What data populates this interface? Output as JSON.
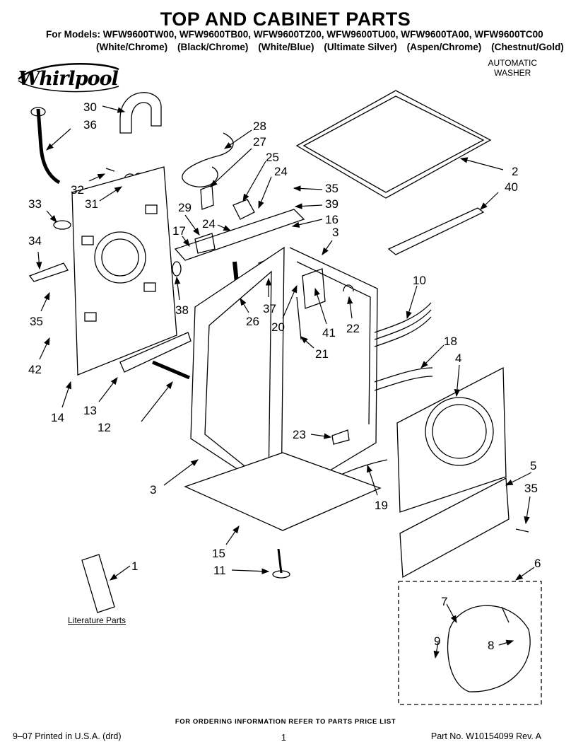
{
  "header": {
    "title": "TOP AND CABINET PARTS",
    "models_line": "For Models: WFW9600TW00, WFW9600TB00, WFW9600TZ00, WFW9600TU00, WFW9600TA00, WFW9600TC00",
    "colors": [
      "(White/Chrome)",
      "(Black/Chrome)",
      "(White/Blue)",
      "(Ultimate Silver)",
      "(Aspen/Chrome)",
      "(Chestnut/Gold)"
    ],
    "product_line1": "AUTOMATIC",
    "product_line2": "WASHER",
    "brand": "Whirlpool"
  },
  "callouts": {
    "c30": "30",
    "c36": "36",
    "c28": "28",
    "c27": "27",
    "c25": "25",
    "c24a": "24",
    "c32": "32",
    "c31": "31",
    "c35a": "35",
    "c39": "39",
    "c2": "2",
    "c40": "40",
    "c33": "33",
    "c29": "29",
    "c24b": "24",
    "c16": "16",
    "c3a": "3",
    "c17": "17",
    "c34": "34",
    "c38": "38",
    "c26": "26",
    "c37": "37",
    "c20": "20",
    "c41": "41",
    "c22": "22",
    "c10": "10",
    "c35b": "35",
    "c21": "21",
    "c18": "18",
    "c4": "4",
    "c42": "42",
    "c14": "14",
    "c13": "13",
    "c12": "12",
    "c23": "23",
    "c3b": "3",
    "c5": "5",
    "c35c": "35",
    "c19": "19",
    "c15": "15",
    "c1": "1",
    "c11": "11",
    "c6": "6",
    "c7": "7",
    "c9": "9",
    "c8": "8"
  },
  "literature_label": "Literature Parts",
  "footer": {
    "ordering": "FOR ORDERING INFORMATION REFER TO PARTS PRICE LIST",
    "printed": "9–07 Printed in U.S.A. (drd)",
    "page": "1",
    "part_no": "Part No. W10154099 Rev. A"
  }
}
